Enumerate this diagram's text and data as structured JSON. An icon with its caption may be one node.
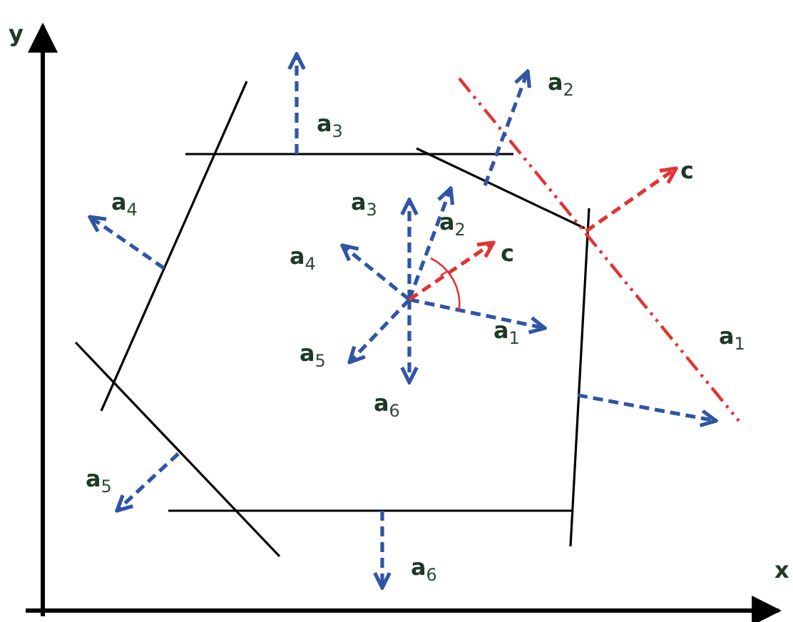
{
  "diagram": {
    "labels": [
      "y",
      "a$_{2}$",
      "a$_{3}$",
      "a$_{4}$",
      "a$_{3}$",
      "c",
      "a$_{2}$",
      "a$_{4}$",
      "c",
      "a$_{1}$",
      "a$_{1}$",
      "a$_{5}$",
      "a$_{6}$",
      "a$_{5}$",
      "a$_{6}$",
      "x"
    ]
  }
}
